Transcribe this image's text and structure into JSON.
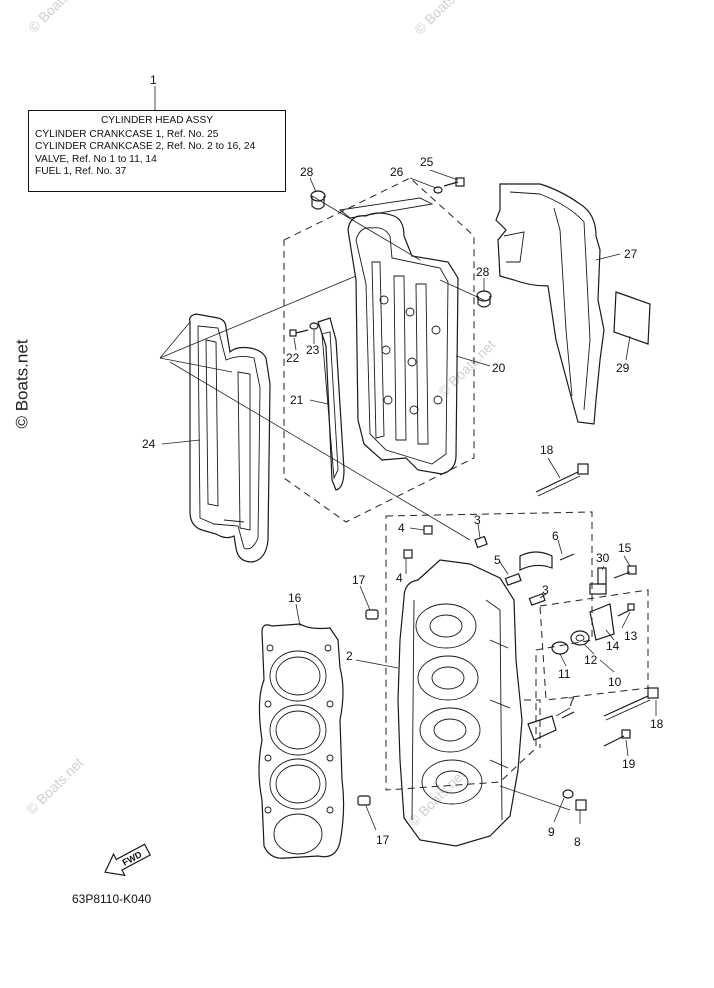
{
  "label_box": {
    "callout": "1",
    "title": "CYLINDER HEAD ASSY",
    "lines": [
      "CYLINDER CRANKCASE 1,  Ref. No. 25",
      "CYLINDER CRANKCASE 2,  Ref. No. 2 to 16, 24",
      "VALVE,  Ref. No 1 to 11, 14",
      "FUEL 1,  Ref. No. 37"
    ]
  },
  "callouts": [
    "1",
    "2",
    "3",
    "3",
    "4",
    "4",
    "5",
    "6",
    "7",
    "8",
    "9",
    "10",
    "11",
    "12",
    "13",
    "14",
    "15",
    "16",
    "17",
    "17",
    "18",
    "18",
    "19",
    "20",
    "21",
    "22",
    "23",
    "24",
    "25",
    "26",
    "27",
    "28",
    "28",
    "29",
    "30"
  ],
  "fwd_label": "FWD",
  "catalog_number": "63P8110-K040",
  "watermark": "© Boats.net",
  "watermark_side": "© Boats.net"
}
